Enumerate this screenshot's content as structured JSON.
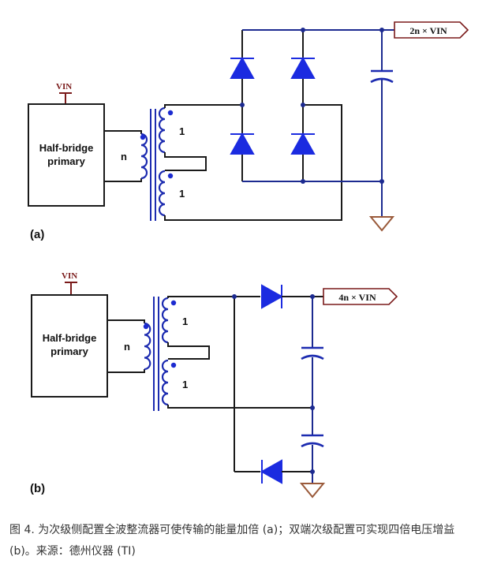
{
  "figures": [
    {
      "panel_label": "(a)",
      "primary_label_line1": "Half-bridge",
      "primary_label_line2": "primary",
      "vin_label": "VIN",
      "primary_turns": "n",
      "secondary_turns_upper": "1",
      "secondary_turns_lower": "1",
      "output_label": "2n × VIN"
    },
    {
      "panel_label": "(b)",
      "primary_label_line1": "Half-bridge",
      "primary_label_line2": "primary",
      "vin_label": "VIN",
      "primary_turns": "n",
      "secondary_turns_upper": "1",
      "secondary_turns_lower": "1",
      "output_label": "4n × VIN"
    }
  ],
  "caption": "图 4. 为次级侧配置全波整流器可使传输的能量加倍 (a)；双端次级配置可实现四倍电压增益 (b)。来源：德州仪器 (TI)",
  "colors": {
    "wire": "#1a1a1a",
    "component": "#1c2bb0",
    "diode_fill": "#1b2be0",
    "vin": "#7a1a1a",
    "ground": "#9a5a3a"
  },
  "icons": [
    "transformer-symbol",
    "diode-symbol",
    "capacitor-symbol",
    "ground-symbol",
    "output-port-flag"
  ]
}
